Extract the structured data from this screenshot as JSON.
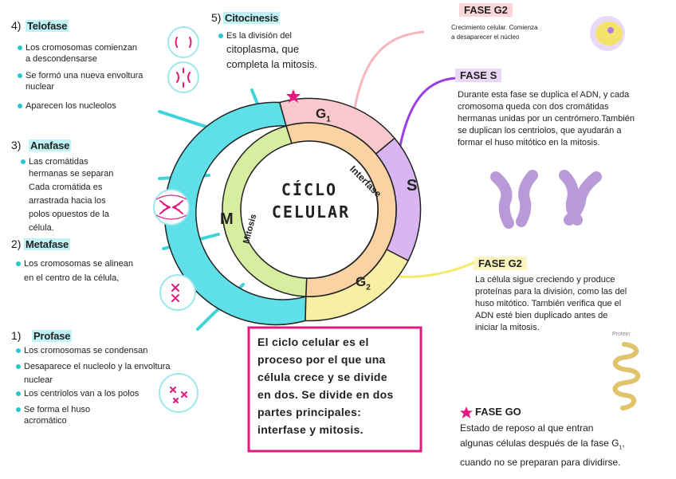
{
  "colors": {
    "cyan": "#5fe0e8",
    "pink": "#f9c8cc",
    "purple": "#d9b6f1",
    "yellow": "#f7efa4",
    "green": "#d7eea0",
    "peach": "#fbd3a3",
    "magenta": "#e4197f",
    "violet": "#9a3fe3"
  },
  "left": {
    "telofase": {
      "num": "4)",
      "title": "Telofase",
      "bullets": [
        "Los cromosomas comienzan",
        "a descondensarse",
        "Se formó una nueva envoltura",
        "nuclear",
        "Aparecen los nucleolos"
      ]
    },
    "anafase": {
      "num": "3)",
      "title": "Anafase",
      "bullets": [
        "Las cromátidas",
        "hermanas se separan",
        "Cada cromátida es",
        "arrastrada hacia los",
        "polos opuestos de la",
        "célula."
      ]
    },
    "metafase": {
      "num": "2)",
      "title": "Metafase",
      "bullets": [
        "Los cromosomas se alinean",
        "en el centro de la célula,"
      ]
    },
    "profase": {
      "num": "1)",
      "title": "Profase",
      "bullets": [
        "Los cromosomas se condensan",
        "Desaparece el nucleolo y la envoltura",
        "nuclear",
        "Los centriolos van a los polos",
        "Se forma el huso",
        "acromático"
      ]
    }
  },
  "citocinesis": {
    "num": "5)",
    "title": "Citocinesis",
    "lines": [
      "Es la división del",
      "citoplasma, que",
      "completa la mitosis."
    ]
  },
  "cycle": {
    "center_line1": "CÍCLO",
    "center_line2": "CELULAR",
    "labels": {
      "g1": "G",
      "g1_sub": "1",
      "s": "S",
      "g2": "G",
      "g2_sub": "2",
      "m": "M",
      "interfase": "Interfase",
      "mitosis": "Mitosis"
    }
  },
  "right": {
    "g2_top": {
      "title": "FASE G2",
      "lines": [
        "Crecimiento celular. Comienza",
        "a desaparecer el núcleo"
      ]
    },
    "s": {
      "title": "FASE S",
      "lines": [
        "Durante esta fase se duplica el ADN, y cada",
        "cromosoma queda con dos cromátidas",
        "hermanas unidas por un centrómero.También",
        "se duplican los centriolos, que ayudarán a",
        "formar el huso mitótico en la mitosis."
      ]
    },
    "g2": {
      "title": "FASE G2",
      "lines": [
        "La célula sigue creciendo y produce",
        "proteínas para la división, como las del",
        "huso mitótico. También verifica que el",
        "ADN esté bien duplicado antes de",
        "iniciar la mitosis."
      ],
      "protein_label": "Protein"
    },
    "g0": {
      "title": "FASE GO",
      "lines": [
        "Estado de reposo al que entran",
        "algunas células después de la fase G",
        "cuando no se preparan para dividirse."
      ],
      "sub": "1"
    }
  },
  "summary": {
    "lines": [
      "El ciclo celular es el",
      "proceso por el que una",
      "célula crece y se divide",
      "en dos. Se divide en dos",
      "partes principales:",
      "interfase y mitosis."
    ]
  }
}
